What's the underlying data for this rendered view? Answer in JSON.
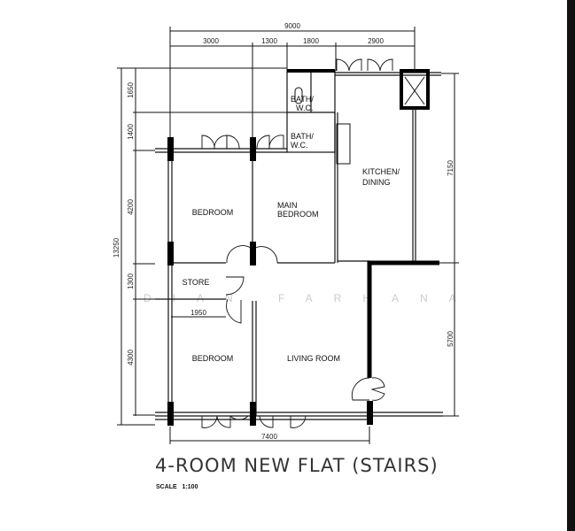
{
  "title": "4-ROOM NEW FLAT (STAIRS)",
  "scale": "SCALE   1:100",
  "watermark": "DIAN FARHANA",
  "dimensions": {
    "top_total": "9000",
    "top_segments": [
      "3000",
      "1300",
      "1800",
      "2900"
    ],
    "left_total": "13250",
    "left_segments": [
      "1650",
      "1400",
      "4200",
      "1300",
      "4300"
    ],
    "right_segments": [
      "7150",
      "5700"
    ],
    "bottom_total": "7400",
    "store_width": "1950"
  },
  "rooms": {
    "bath1": [
      "BATH/",
      "W.C."
    ],
    "bath2": [
      "BATH/",
      "W.C."
    ],
    "kitchen": [
      "KITCHEN/",
      "DINING"
    ],
    "bedroom1": "BEDROOM",
    "main_bedroom": [
      "MAIN",
      "BEDROOM"
    ],
    "store": "STORE",
    "bedroom2": "BEDROOM",
    "living": "LIVING ROOM"
  }
}
